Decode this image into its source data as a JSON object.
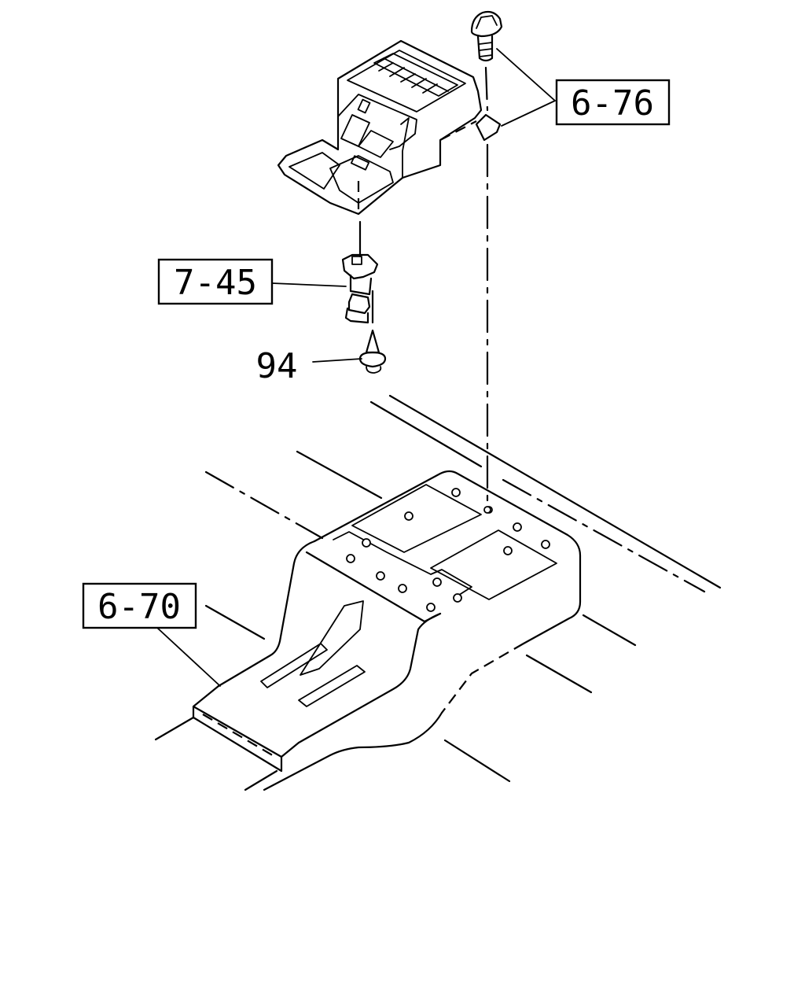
{
  "callouts": {
    "ref_6_76": "6-76",
    "ref_7_45": "7-45",
    "ref_94": "94",
    "ref_6_70": "6-70"
  }
}
